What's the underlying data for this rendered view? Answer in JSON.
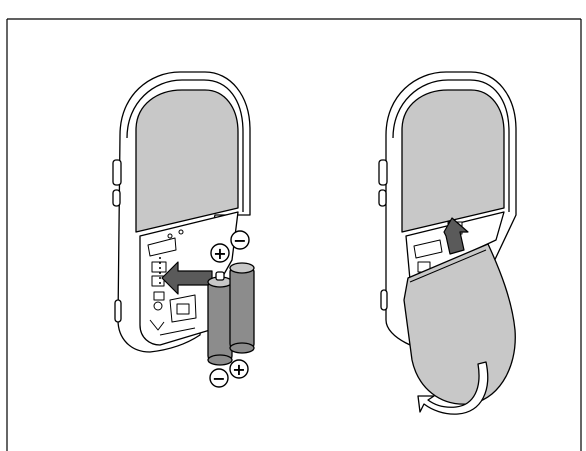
{
  "figure": {
    "left_panel": {
      "polarity_symbols": [
        "+",
        "−",
        "−",
        "+"
      ],
      "arrow": "insert-arrow"
    },
    "right_panel": {
      "arrows": [
        "slide-up-arrow",
        "rotate-arrow"
      ]
    }
  },
  "colors": {
    "stroke": "#000000",
    "panel_gray": "#c8c8c8",
    "dark_gray": "#5a5a5a",
    "battery_gray": "#8c8c8c",
    "white": "#ffffff"
  }
}
